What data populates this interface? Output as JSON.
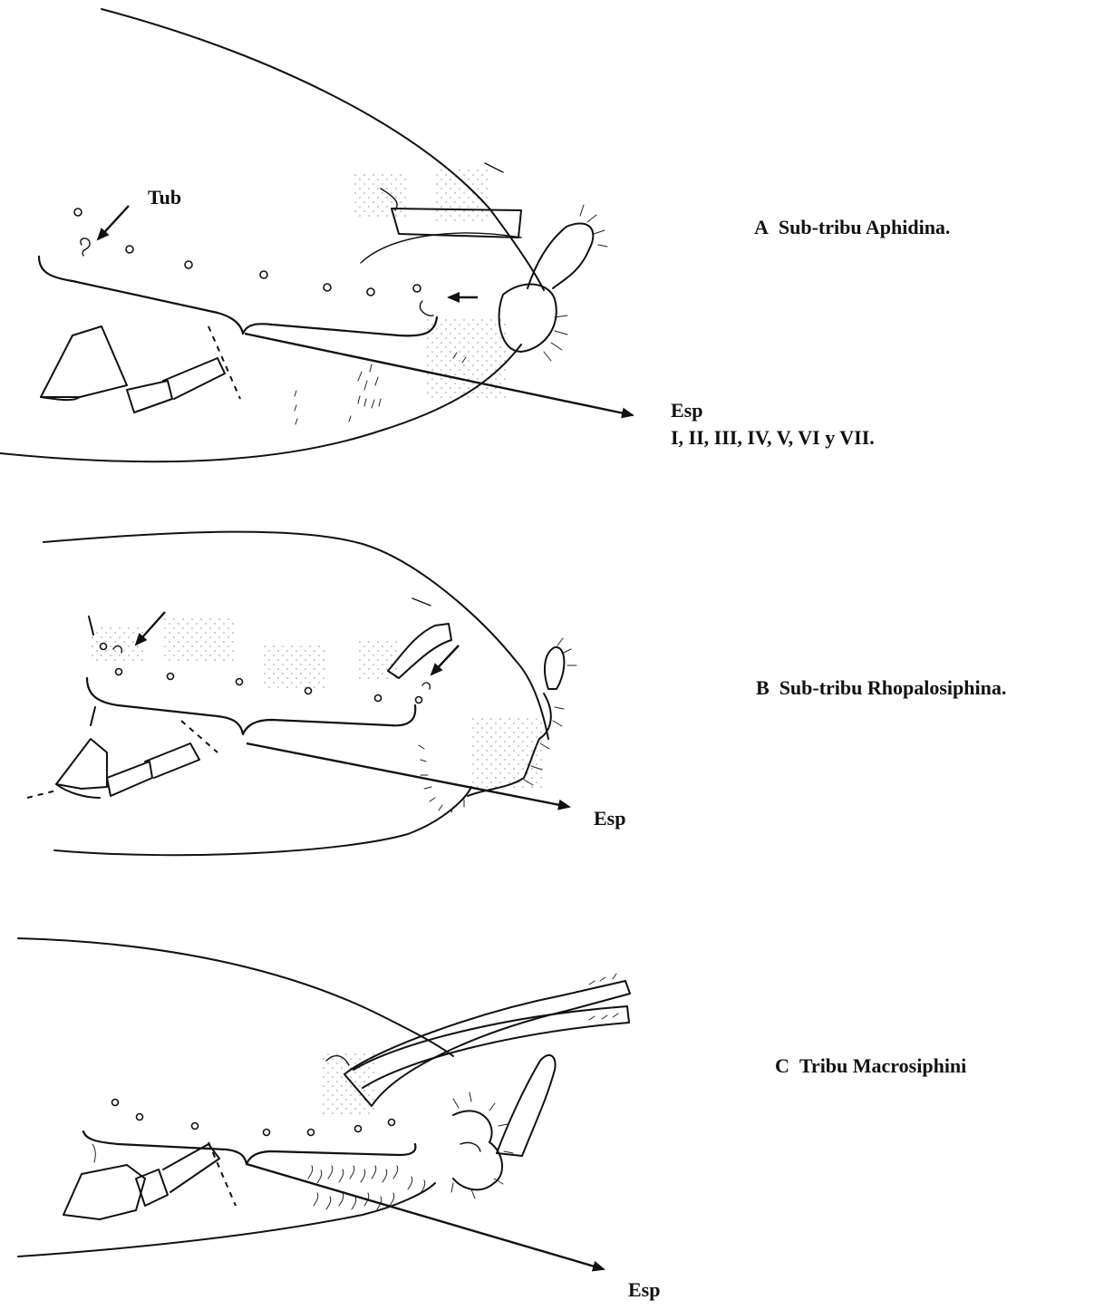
{
  "panels": [
    {
      "letter": "A",
      "title": "Sub-tribu Aphidina.",
      "labels": {
        "tub": "Tub",
        "esp": "Esp",
        "esp_detail": "I, II, III, IV, V, VI y VII."
      }
    },
    {
      "letter": "B",
      "title": "Sub-tribu Rhopalosiphina.",
      "labels": {
        "esp": "Esp"
      }
    },
    {
      "letter": "C",
      "title": "Tribu Macrosiphini",
      "labels": {
        "esp": "Esp"
      }
    }
  ],
  "colors": {
    "ink": "#111111",
    "background": "#ffffff"
  }
}
